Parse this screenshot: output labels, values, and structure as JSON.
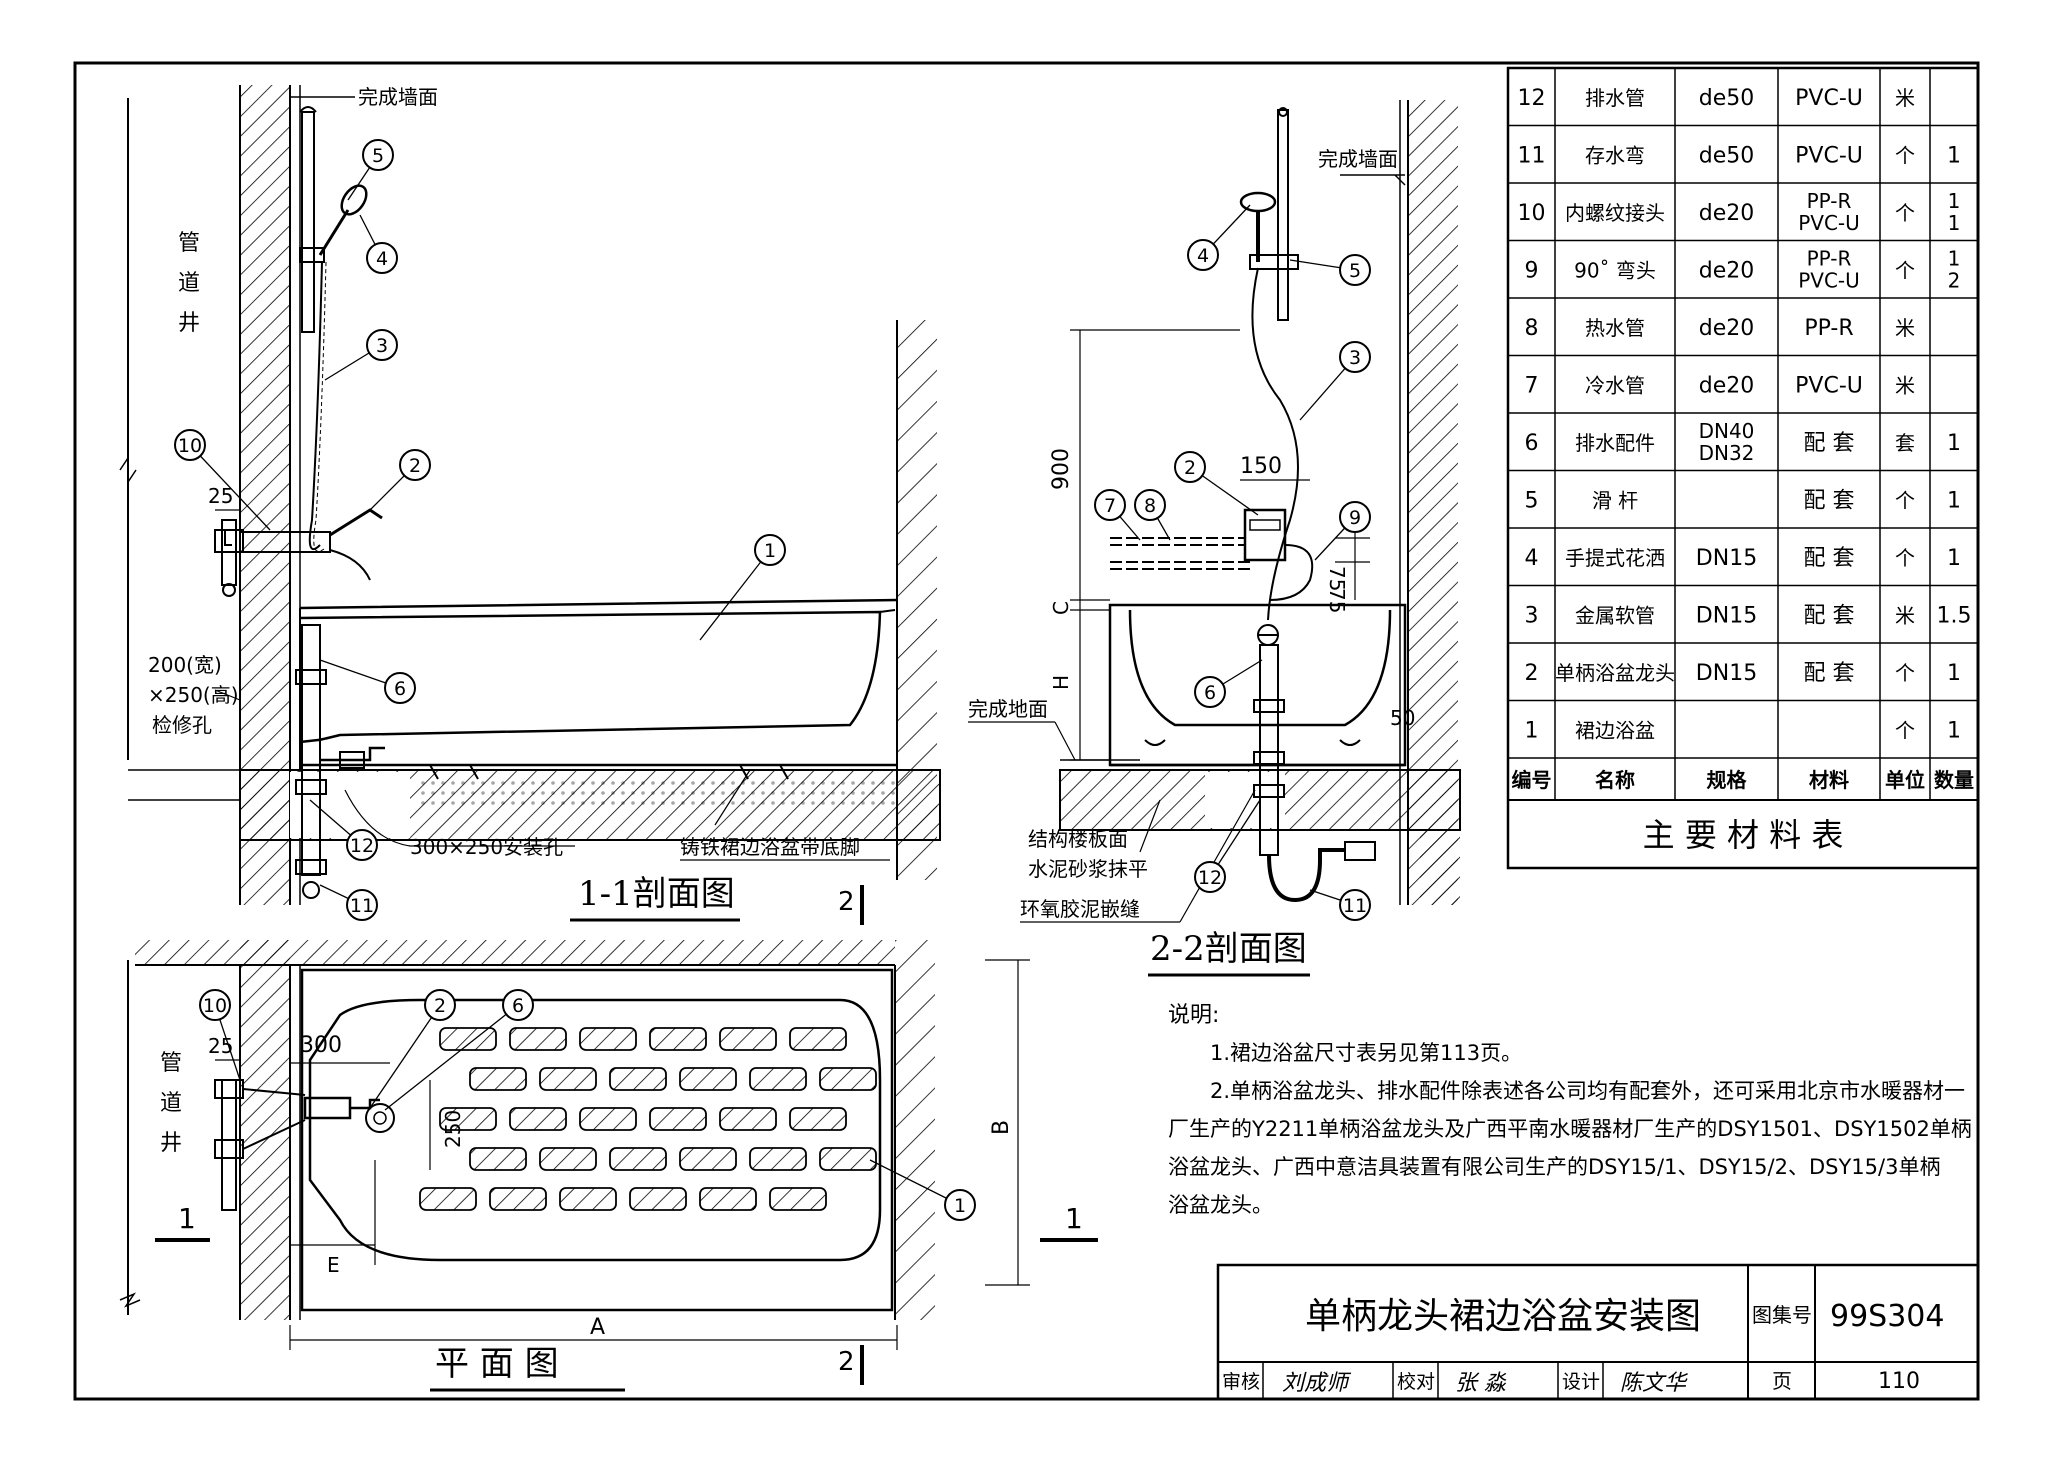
{
  "materials_table": {
    "rows": [
      {
        "no": "12",
        "name": "排水管",
        "spec": "de50",
        "material": "PVC-U",
        "unit": "米",
        "qty": ""
      },
      {
        "no": "11",
        "name": "存水弯",
        "spec": "de50",
        "material": "PVC-U",
        "unit": "个",
        "qty": "1"
      },
      {
        "no": "10",
        "name": "内螺纹接头",
        "spec": "de20",
        "material": "PP-R\nPVC-U",
        "unit": "个",
        "qty": "1\n1"
      },
      {
        "no": "9",
        "name": "90˚ 弯头",
        "spec": "de20",
        "material": "PP-R\nPVC-U",
        "unit": "个",
        "qty": "1\n2"
      },
      {
        "no": "8",
        "name": "热水管",
        "spec": "de20",
        "material": "PP-R",
        "unit": "米",
        "qty": ""
      },
      {
        "no": "7",
        "name": "冷水管",
        "spec": "de20",
        "material": "PVC-U",
        "unit": "米",
        "qty": ""
      },
      {
        "no": "6",
        "name": "排水配件",
        "spec": "DN40\nDN32",
        "material": "配 套",
        "unit": "套",
        "qty": "1"
      },
      {
        "no": "5",
        "name": "滑 杆",
        "spec": "",
        "material": "配 套",
        "unit": "个",
        "qty": "1"
      },
      {
        "no": "4",
        "name": "手提式花洒",
        "spec": "DN15",
        "material": "配 套",
        "unit": "个",
        "qty": "1"
      },
      {
        "no": "3",
        "name": "金属软管",
        "spec": "DN15",
        "material": "配 套",
        "unit": "米",
        "qty": "1.5"
      },
      {
        "no": "2",
        "name": "单柄浴盆龙头",
        "spec": "DN15",
        "material": "配 套",
        "unit": "个",
        "qty": "1"
      },
      {
        "no": "1",
        "name": "裙边浴盆",
        "spec": "",
        "material": "",
        "unit": "个",
        "qty": "1"
      }
    ],
    "header": {
      "no": "编号",
      "name": "名称",
      "spec": "规格",
      "material": "材料",
      "unit": "单位",
      "qty": "数量"
    },
    "caption": "主 要 材 料 表"
  },
  "section11": {
    "title": "1-1剖面图",
    "wall_label": "完成墙面",
    "shaft_label": [
      "管",
      "道",
      "井"
    ],
    "access_label": [
      "200(宽)",
      "×250(高)",
      "检修孔"
    ],
    "install_hole": "300×250安装孔",
    "foot_label": "铸铁裙边浴盆带底脚",
    "dim_25": "25",
    "cut_mark": "2"
  },
  "section22": {
    "title": "2-2剖面图",
    "wall_label": "完成墙面",
    "floor_label": "完成地面",
    "struct_label": [
      "结构楼板面",
      "水泥砂浆抹平"
    ],
    "epoxy_label": "环氧胶泥嵌缝",
    "dim_900": "900",
    "dim_150": "150",
    "dim_75a": "75",
    "dim_75b": "75",
    "dim_C": "C",
    "dim_H": "H",
    "dim_50": "50"
  },
  "plan": {
    "title": "平 面 图",
    "shaft_label": [
      "管",
      "道",
      "井"
    ],
    "dim_25": "25",
    "dim_300": "300",
    "dim_250": "250",
    "dim_A": "A",
    "dim_B": "B",
    "dim_E": "E",
    "cut_left": "1",
    "cut_right": "1",
    "cut_bottom": "2"
  },
  "callouts": [
    "1",
    "2",
    "3",
    "4",
    "5",
    "6",
    "7",
    "8",
    "9",
    "10",
    "11",
    "12"
  ],
  "notes": {
    "heading": "说明:",
    "lines": [
      "1.裙边浴盆尺寸表另见第113页。",
      "2.单柄浴盆龙头、排水配件除表述各公司均有配套外，还可采用北京市水暖器材一",
      "厂生产的Y2211单柄浴盆龙头及广西平南水暖器材厂生产的DSY1501、DSY1502单柄",
      "浴盆龙头、广西中意洁具装置有限公司生产的DSY15/1、DSY15/2、DSY15/3单柄",
      "浴盆龙头。"
    ]
  },
  "title_block": {
    "title": "单柄龙头裙边浴盆安装图",
    "atlas_label": "图集号",
    "atlas_no": "99S304",
    "review_label": "审核",
    "review_sig": "刘成师",
    "check_label": "校对",
    "check_sig": "张 淼",
    "design_label": "设计",
    "design_sig": "陈文华",
    "page_label": "页",
    "page_no": "110"
  }
}
